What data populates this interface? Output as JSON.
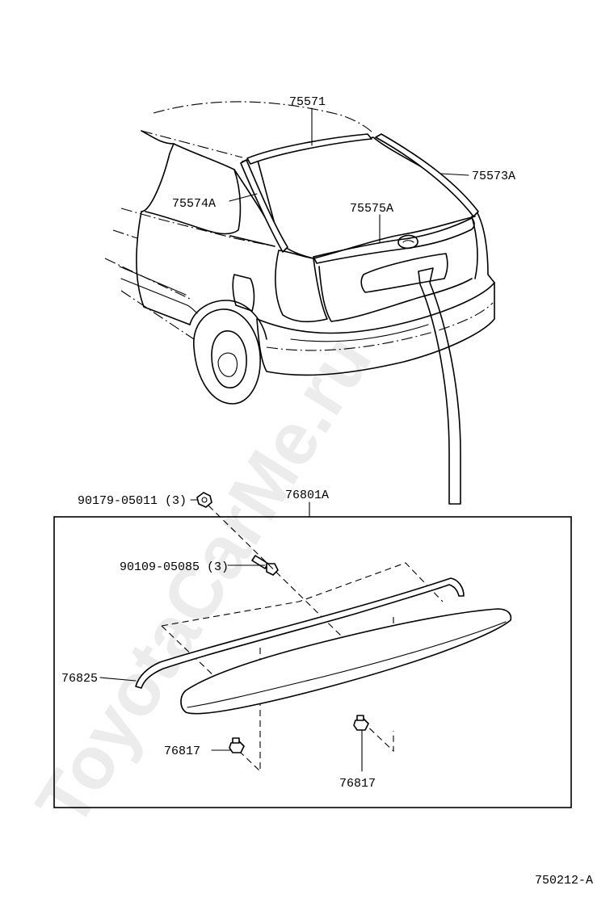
{
  "watermark": "ToyotaCarMe.ru",
  "diagram_code": "750212-A",
  "assembly_label": "76801A",
  "labels": {
    "roof_molding": "75571",
    "quarter_molding_right": "75573A",
    "quarter_molding_left": "75574A",
    "garnish": "75575A",
    "nut": "90179-05011 (3)",
    "bolt": "90109-05085 (3)",
    "spoiler_seal": "76825",
    "clip_left": "76817",
    "clip_right": "76817"
  }
}
